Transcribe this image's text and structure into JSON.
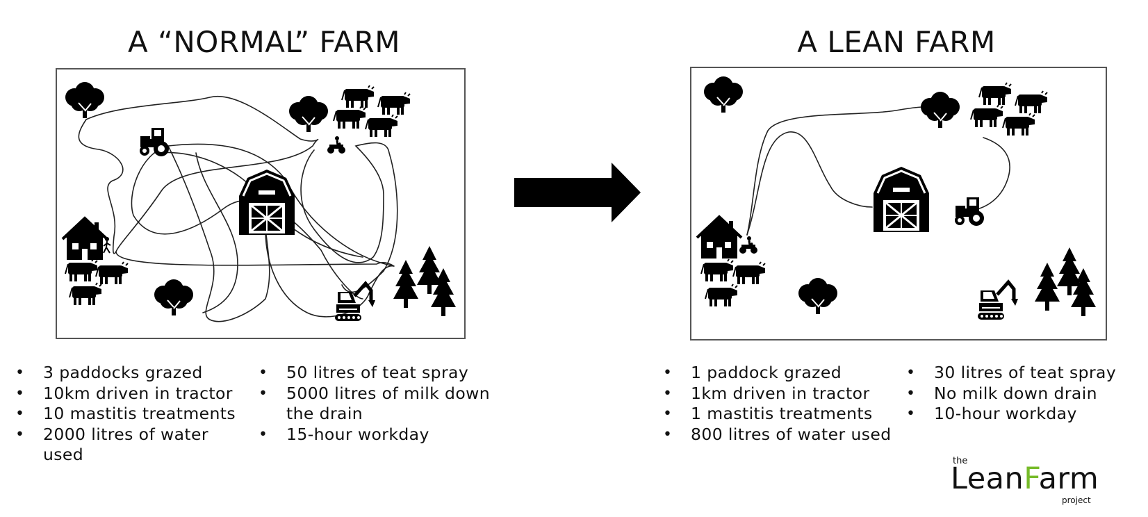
{
  "left": {
    "title": "A “NORMAL” FARM",
    "col1": [
      "3 paddocks grazed",
      "10km driven in tractor",
      "10 mastitis treatments",
      "2000 litres of water used"
    ],
    "col2": [
      "50 litres of teat spray",
      "5000 litres of milk down the drain",
      "15-hour workday"
    ]
  },
  "right": {
    "title": "A LEAN FARM",
    "col1": [
      "1 paddock grazed",
      "1km driven in tractor",
      "1 mastitis treatments",
      "800 litres of water used"
    ],
    "col2": [
      "30 litres of teat spray",
      "No milk down drain",
      "10-hour workday"
    ]
  },
  "logo": {
    "the": "the",
    "word_1": "Lean",
    "word_2": "F",
    "word_3": "arm",
    "project": "project"
  },
  "icons": [
    "tree-icon",
    "cow-icon",
    "tractor-icon",
    "quad-bike-icon",
    "barn-icon",
    "house-icon",
    "walking-person-icon",
    "pine-tree-icon",
    "excavator-icon",
    "arrow-right-icon"
  ],
  "colors": {
    "ink": "#111111",
    "logo_accent": "#77bb2a"
  }
}
